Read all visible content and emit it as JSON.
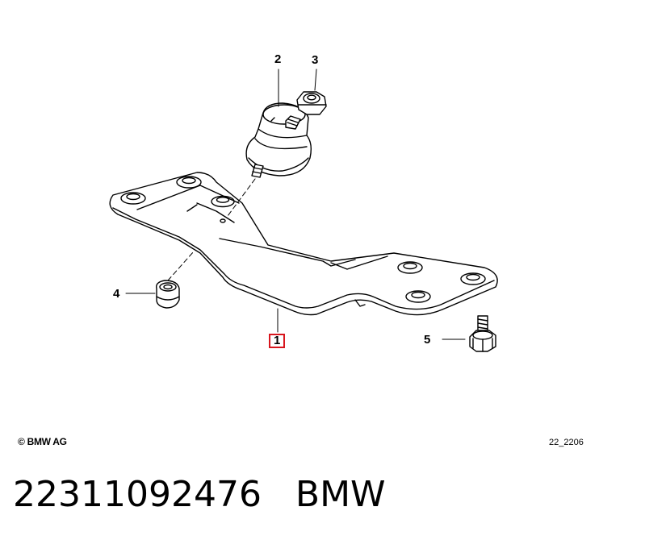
{
  "callouts": [
    {
      "number": "1",
      "highlighted": true
    },
    {
      "number": "2"
    },
    {
      "number": "3"
    },
    {
      "number": "4"
    },
    {
      "number": "5"
    }
  ],
  "copyright": "© BMW AG",
  "drawing_id": "22_2206",
  "footer": {
    "part_number": "22311092476",
    "brand": "BMW"
  },
  "colors": {
    "line": "#000000",
    "highlight": "#d8161e",
    "background": "#ffffff"
  }
}
